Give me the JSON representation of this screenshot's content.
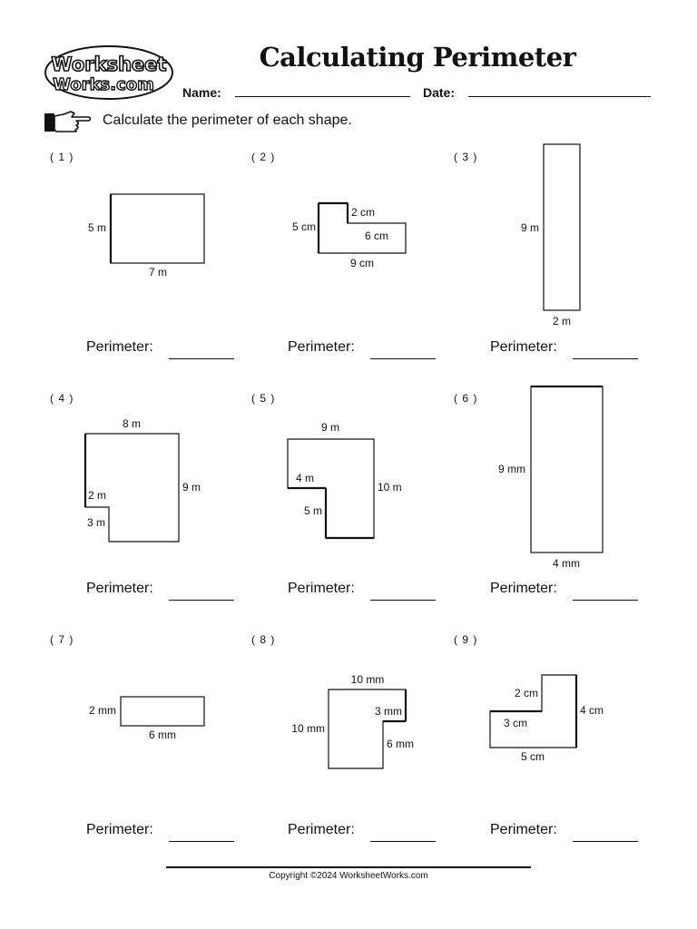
{
  "header": {
    "logo_line1": "Worksheet",
    "logo_line2": "Works.com",
    "title": "Calculating Perimeter",
    "name_label": "Name:",
    "date_label": "Date:"
  },
  "instruction": "Calculate the perimeter of each shape.",
  "answer_label": "Perimeter:",
  "problems": [
    {
      "number": "( 1 )",
      "dims": [
        "5 m",
        "7 m"
      ]
    },
    {
      "number": "( 2 )",
      "dims": [
        "5 cm",
        "2 cm",
        "6 cm",
        "9 cm"
      ]
    },
    {
      "number": "( 3 )",
      "dims": [
        "9 m",
        "2 m"
      ]
    },
    {
      "number": "( 4 )",
      "dims": [
        "8 m",
        "9 m",
        "2 m",
        "3 m"
      ]
    },
    {
      "number": "( 5 )",
      "dims": [
        "9 m",
        "4 m",
        "10 m",
        "5 m"
      ]
    },
    {
      "number": "( 6 )",
      "dims": [
        "9 mm",
        "4 mm"
      ]
    },
    {
      "number": "( 7 )",
      "dims": [
        "2 mm",
        "6 mm"
      ]
    },
    {
      "number": "( 8 )",
      "dims": [
        "10 mm",
        "3 mm",
        "10 mm",
        "6 mm"
      ]
    },
    {
      "number": "( 9 )",
      "dims": [
        "2 cm",
        "4 cm",
        "3 cm",
        "5 cm"
      ]
    }
  ],
  "footer": {
    "copyright": "Copyright ©2024 WorksheetWorks.com"
  }
}
